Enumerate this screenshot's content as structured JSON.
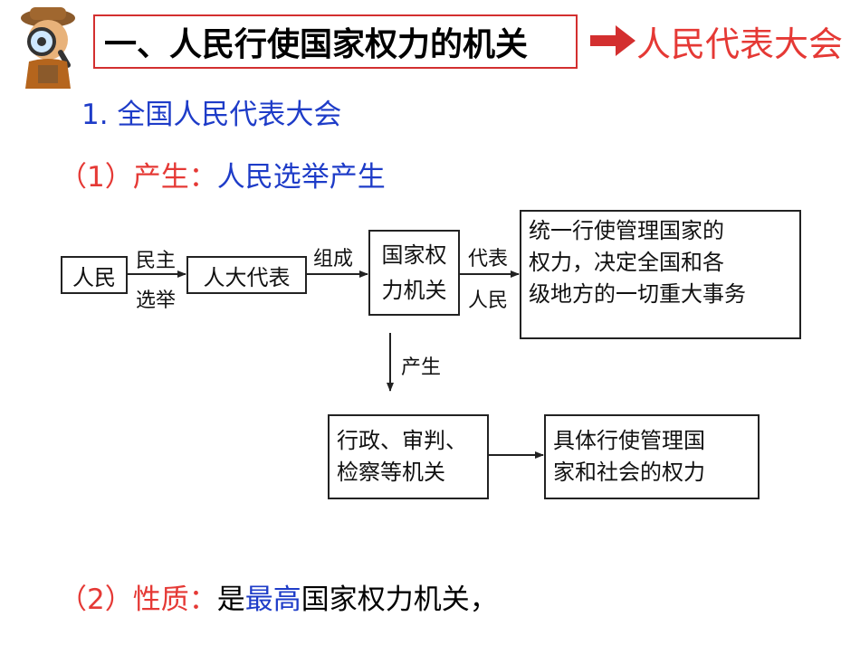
{
  "header": {
    "title": "一、人民行使国家权力的机关",
    "arrow_target": "人民代表大会"
  },
  "section1": {
    "heading": "1. 全国人民代表大会",
    "item1_label": "（1）产生：",
    "item1_text": "人民选举产生"
  },
  "diagram": {
    "people": "人民",
    "edge1_top": "民主",
    "edge1_bottom": "选举",
    "npc_deputies": "人大代表",
    "edge2_top": "组成",
    "power_organ_line1": "国家权",
    "power_organ_line2": "力机关",
    "edge3_top": "代表",
    "edge3_bottom": "人民",
    "power_desc_lines": [
      "统一行使管理国家的",
      "权力，决定全国和各",
      "级地方的一切重大事务"
    ],
    "edge4_label": "产生",
    "organs_line1": "行政、审判、",
    "organs_line2": "检察等机关",
    "organs_desc_line1": "具体行使管理国",
    "organs_desc_line2": "家和社会的权力"
  },
  "item2": {
    "label": "（2）性质：",
    "text_a": "是",
    "text_b": "最高",
    "text_c": "国家权力机关，"
  },
  "colors": {
    "red": "#e53935",
    "blue": "#1e3cc8",
    "black": "#000000"
  }
}
